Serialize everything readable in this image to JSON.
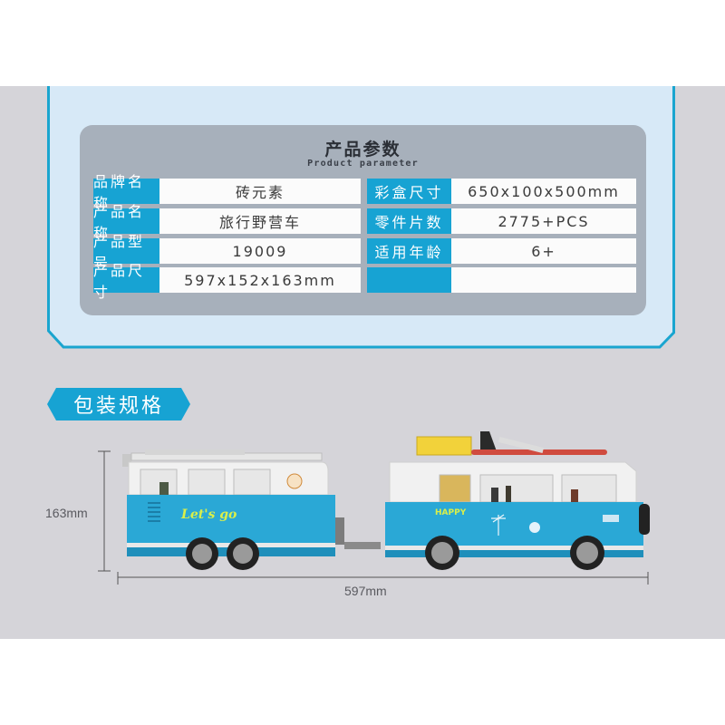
{
  "colors": {
    "accent_blue": "#17a3d3",
    "frame_border": "#1aa5cf",
    "frame_fill": "#d7e9f7",
    "card_fill": "#a7b0bb",
    "panel_gray": "#d5d4d9",
    "van_body": "#2aa8d6"
  },
  "parameters": {
    "title": "产品参数",
    "subtitle": "Product parameter",
    "rows": [
      {
        "left_label": "品牌名称",
        "left_value": "砖元素",
        "right_label": "彩盒尺寸",
        "right_value": "650x100x500mm"
      },
      {
        "left_label": "产品名称",
        "left_value": "旅行野营车",
        "right_label": "零件片数",
        "right_value": "2775+PCS"
      },
      {
        "left_label": "产品型号",
        "left_value": "19009",
        "right_label": "适用年龄",
        "right_value": "6+"
      },
      {
        "left_label": "产品尺寸",
        "left_value": "597x152x163mm",
        "right_label": "",
        "right_value": ""
      }
    ]
  },
  "packaging": {
    "heading": "包装规格",
    "height_label": "163mm",
    "length_label": "597mm",
    "van_decal_left": "Let's go",
    "van_decal_right": "HAPPY"
  }
}
